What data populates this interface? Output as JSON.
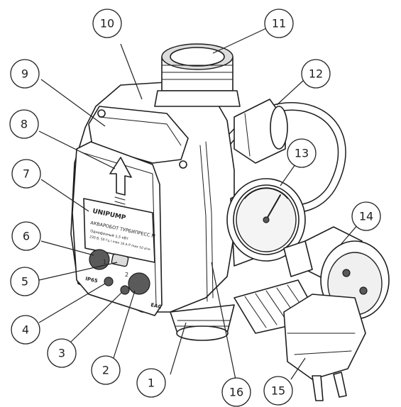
{
  "label": {
    "brand": "UNIPUMP",
    "model": "АКВАРОБОТ ТУРБИПРЕСС М",
    "spec_line_1": "Однофазный 1,5 кВт",
    "spec_line_2": "230 В, 50 Гц   I max 16 А   P max 10 атм",
    "ip_rating": "IP65",
    "cert_mark": "ЕАС"
  },
  "callouts": [
    {
      "id": "1",
      "text": "1"
    },
    {
      "id": "2",
      "text": "2"
    },
    {
      "id": "3",
      "text": "3"
    },
    {
      "id": "4",
      "text": "4"
    },
    {
      "id": "5",
      "text": "5"
    },
    {
      "id": "6",
      "text": "6"
    },
    {
      "id": "7",
      "text": "7"
    },
    {
      "id": "8",
      "text": "8"
    },
    {
      "id": "9",
      "text": "9"
    },
    {
      "id": "10",
      "text": "10"
    },
    {
      "id": "11",
      "text": "11"
    },
    {
      "id": "12",
      "text": "12"
    },
    {
      "id": "13",
      "text": "13"
    },
    {
      "id": "14",
      "text": "14"
    },
    {
      "id": "15",
      "text": "15"
    },
    {
      "id": "16",
      "text": "16"
    }
  ]
}
